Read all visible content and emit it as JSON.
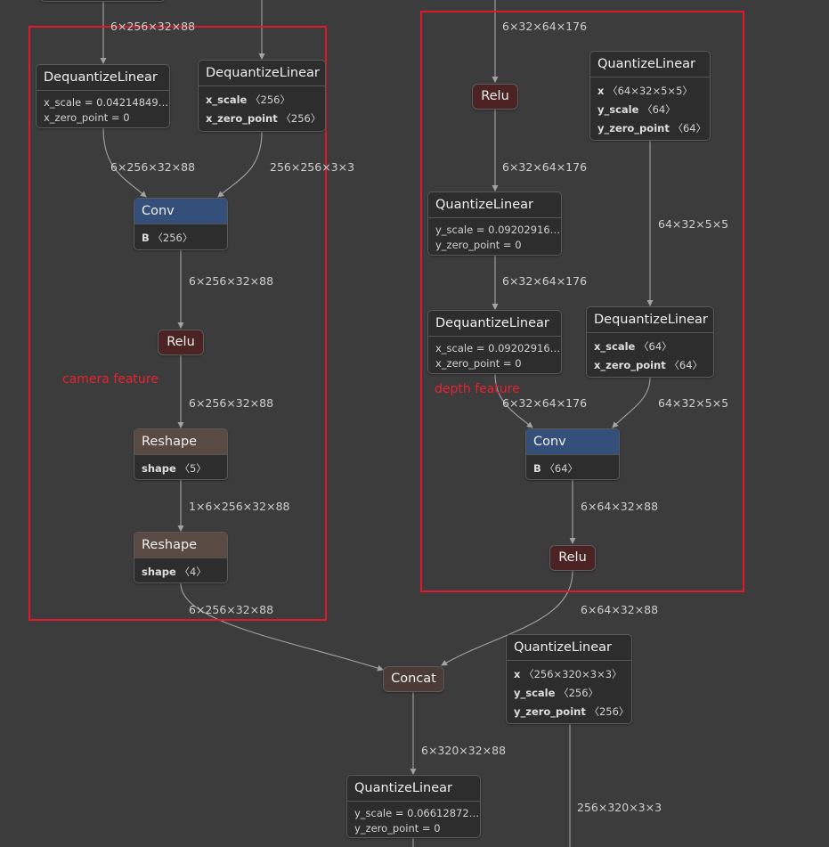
{
  "regions": {
    "camera": {
      "label": "camera feature"
    },
    "depth": {
      "label": "depth feature"
    }
  },
  "nodes": {
    "dql_a": {
      "title": "DequantizeLinear",
      "a1": "x_scale = 0.04214849…",
      "a2": "x_zero_point = 0"
    },
    "dql_b": {
      "title": "DequantizeLinear",
      "a1k": "x_scale",
      "a1v": "〈256〉",
      "a2k": "x_zero_point",
      "a2v": "〈256〉"
    },
    "conv_a": {
      "title": "Conv",
      "a1k": "B",
      "a1v": "〈256〉"
    },
    "relu_a": {
      "title": "Relu"
    },
    "reshape_a": {
      "title": "Reshape",
      "a1k": "shape",
      "a1v": "〈5〉"
    },
    "reshape_b": {
      "title": "Reshape",
      "a1k": "shape",
      "a1v": "〈4〉"
    },
    "relu_top": {
      "title": "Relu"
    },
    "ql_w": {
      "title": "QuantizeLinear",
      "a1k": "x",
      "a1v": "〈64×32×5×5〉",
      "a2k": "y_scale",
      "a2v": "〈64〉",
      "a3k": "y_zero_point",
      "a3v": "〈64〉"
    },
    "ql_d": {
      "title": "QuantizeLinear",
      "a1": "y_scale = 0.09202916…",
      "a2": "y_zero_point = 0"
    },
    "dql_d": {
      "title": "DequantizeLinear",
      "a1": "x_scale = 0.09202916…",
      "a2": "x_zero_point = 0"
    },
    "dql_w": {
      "title": "DequantizeLinear",
      "a1k": "x_scale",
      "a1v": "〈64〉",
      "a2k": "x_zero_point",
      "a2v": "〈64〉"
    },
    "conv_b": {
      "title": "Conv",
      "a1k": "B",
      "a1v": "〈64〉"
    },
    "relu_b": {
      "title": "Relu"
    },
    "concat": {
      "title": "Concat"
    },
    "ql_c": {
      "title": "QuantizeLinear",
      "a1k": "x",
      "a1v": "〈256×320×3×3〉",
      "a2k": "y_scale",
      "a2v": "〈256〉",
      "a3k": "y_zero_point",
      "a3v": "〈256〉"
    },
    "ql_out": {
      "title": "QuantizeLinear",
      "a1": "y_scale = 0.06612872…",
      "a2": "y_zero_point = 0"
    }
  },
  "edges": {
    "e1": "6×256×32×88",
    "e2": "6×256×32×88",
    "e3": "256×256×3×3",
    "e4": "6×256×32×88",
    "e5": "6×256×32×88",
    "e6": "1×6×256×32×88",
    "e7": "6×256×32×88",
    "e8": "6×32×64×176",
    "e9": "6×32×64×176",
    "e10": "6×32×64×176",
    "e11": "64×32×5×5",
    "e12": "6×32×64×176",
    "e13": "64×32×5×5",
    "e14": "6×64×32×88",
    "e15": "6×64×32×88",
    "e16": "6×320×32×88",
    "e17": "256×320×3×3"
  }
}
